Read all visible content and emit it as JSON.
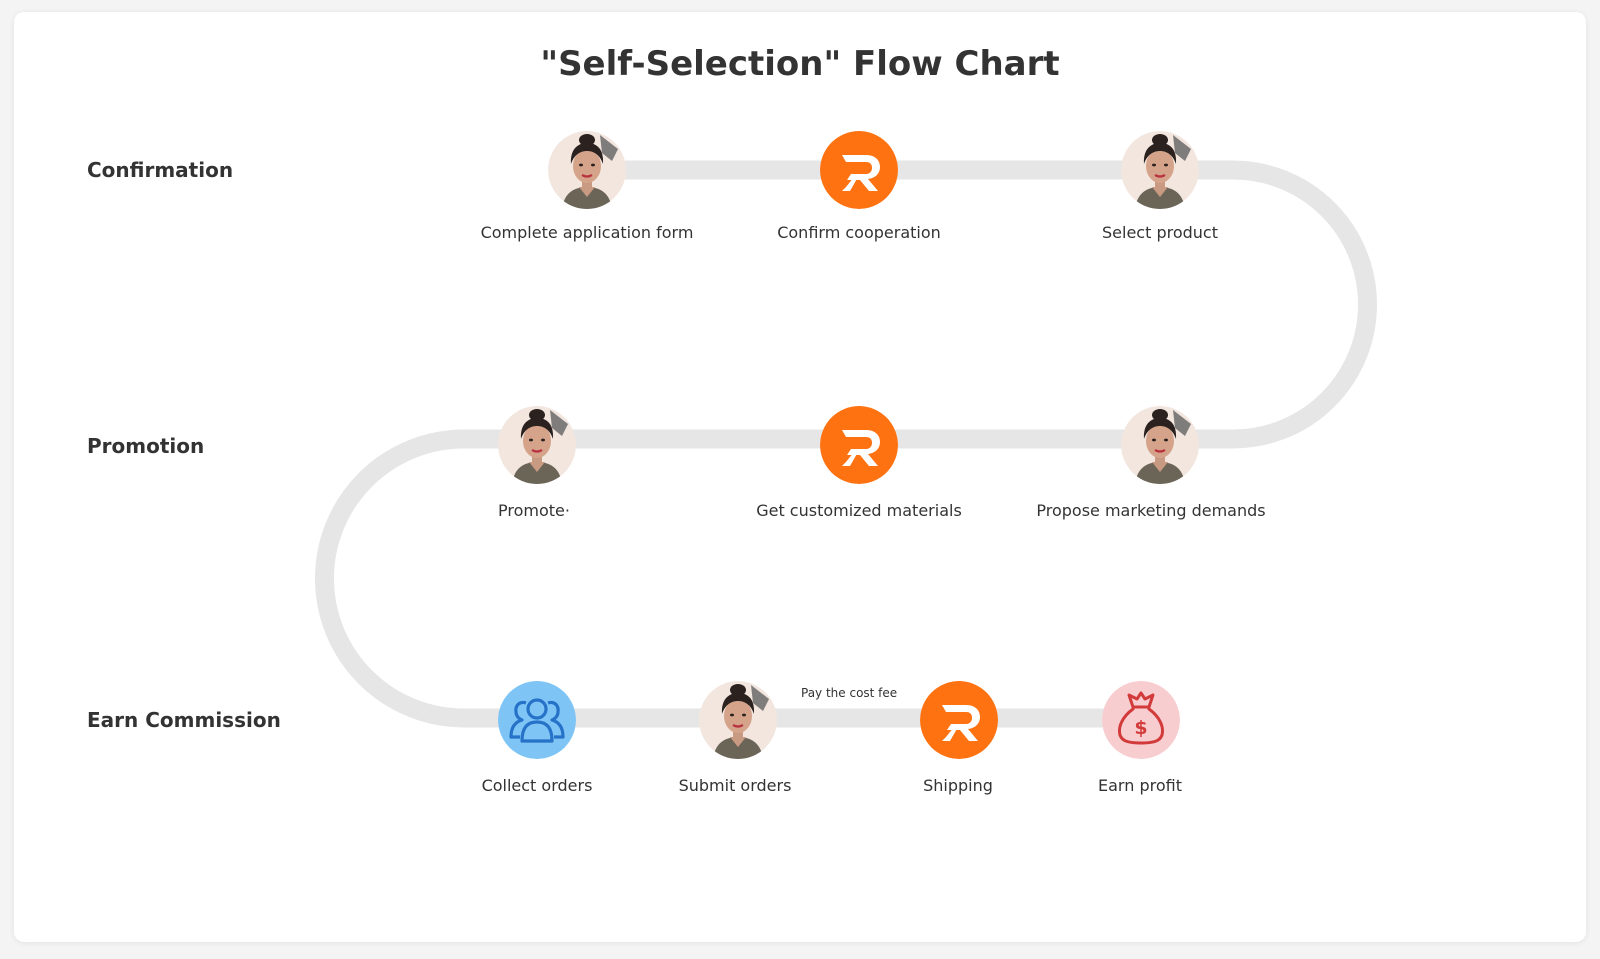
{
  "title": "\"Self-Selection\" Flow Chart",
  "colors": {
    "track": "#e6e6e6",
    "brand_orange": "#ff7211",
    "orders_blue": "#7ec4f5",
    "profit_pink": "#f8cdd0"
  },
  "rows": [
    {
      "label": "Confirmation",
      "steps": [
        {
          "caption": "Complete application form",
          "icon": "person-avatar-icon"
        },
        {
          "caption": "Confirm cooperation",
          "icon": "brand-r-logo-icon"
        },
        {
          "caption": "Select product",
          "icon": "person-avatar-icon"
        }
      ]
    },
    {
      "label": "Promotion",
      "steps": [
        {
          "caption": "Promote·",
          "icon": "person-avatar-icon"
        },
        {
          "caption": "Get customized materials",
          "icon": "brand-r-logo-icon"
        },
        {
          "caption": "Propose marketing demands",
          "icon": "person-avatar-icon"
        }
      ]
    },
    {
      "label": "Earn Commission",
      "steps": [
        {
          "caption": "Collect orders",
          "icon": "group-users-icon"
        },
        {
          "caption": "Submit orders",
          "icon": "person-avatar-icon"
        },
        {
          "caption": "Shipping",
          "icon": "brand-r-logo-icon"
        },
        {
          "caption": "Earn profit",
          "icon": "money-bag-icon"
        }
      ]
    }
  ],
  "edge_note": "Pay the cost fee"
}
